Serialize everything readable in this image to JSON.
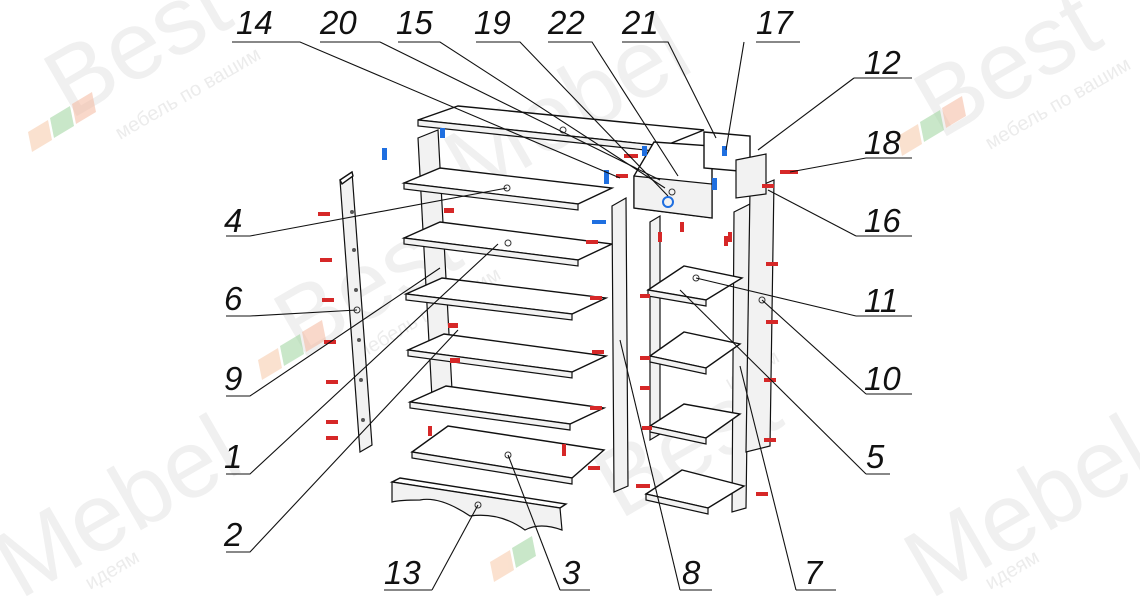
{
  "diagram": {
    "part_numbers": [
      "14",
      "20",
      "15",
      "19",
      "22",
      "21",
      "17",
      "12",
      "18",
      "16",
      "11",
      "10",
      "5",
      "7",
      "8",
      "3",
      "13",
      "2",
      "1",
      "9",
      "6",
      "4"
    ],
    "watermark": {
      "brand_left": "Best",
      "brand_right": "Mebel",
      "tagline_a": "мебель по вашим",
      "tagline_b": "идеям"
    }
  }
}
